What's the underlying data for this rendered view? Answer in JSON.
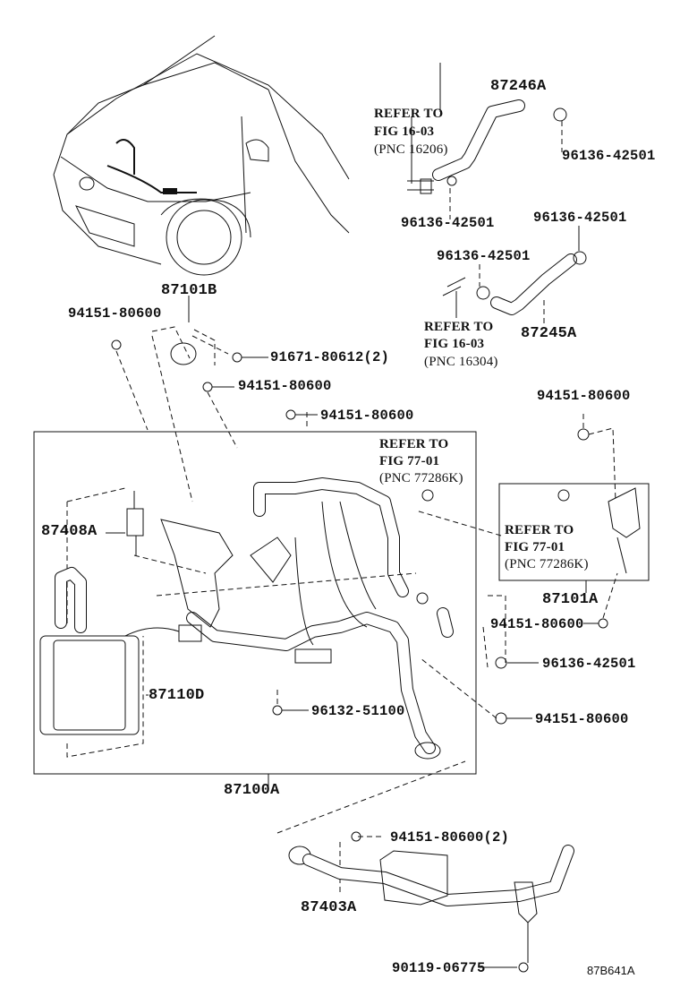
{
  "diagram": {
    "figure_code": "87B641A",
    "parts": {
      "p87246A": "87246A",
      "p87245A": "87245A",
      "p87101B": "87101B",
      "p87101A": "87101A",
      "p87408A": "87408A",
      "p87110D": "87110D",
      "p87100A": "87100A",
      "p87403A": "87403A",
      "clamp_1": "96136-42501",
      "clamp_2": "96136-42501",
      "clamp_3": "96136-42501",
      "clamp_4": "96136-42501",
      "clamp_5": "96136-42501",
      "nut_1": "94151-80600",
      "nut_2": "94151-80600",
      "nut_3": "94151-80600",
      "nut_4": "94151-80600",
      "nut_5": "94151-80600",
      "nut_6": "94151-80600",
      "nut_7": "94151-80600(2)",
      "bolt_1": "91671-80612(2)",
      "clip_1": "96132-51100",
      "bolt_2": "90119-06775"
    },
    "refs": {
      "ref1": {
        "l1": "REFER TO",
        "l2": "FIG 16-03",
        "l3": "(PNC 16206)"
      },
      "ref2": {
        "l1": "REFER TO",
        "l2": "FIG 16-03",
        "l3": "(PNC 16304)"
      },
      "ref3": {
        "l1": "REFER TO",
        "l2": "FIG 77-01",
        "l3": "(PNC 77286K)"
      },
      "ref4": {
        "l1": "REFER TO",
        "l2": "FIG 77-01",
        "l3": "(PNC 77286K)"
      }
    }
  }
}
